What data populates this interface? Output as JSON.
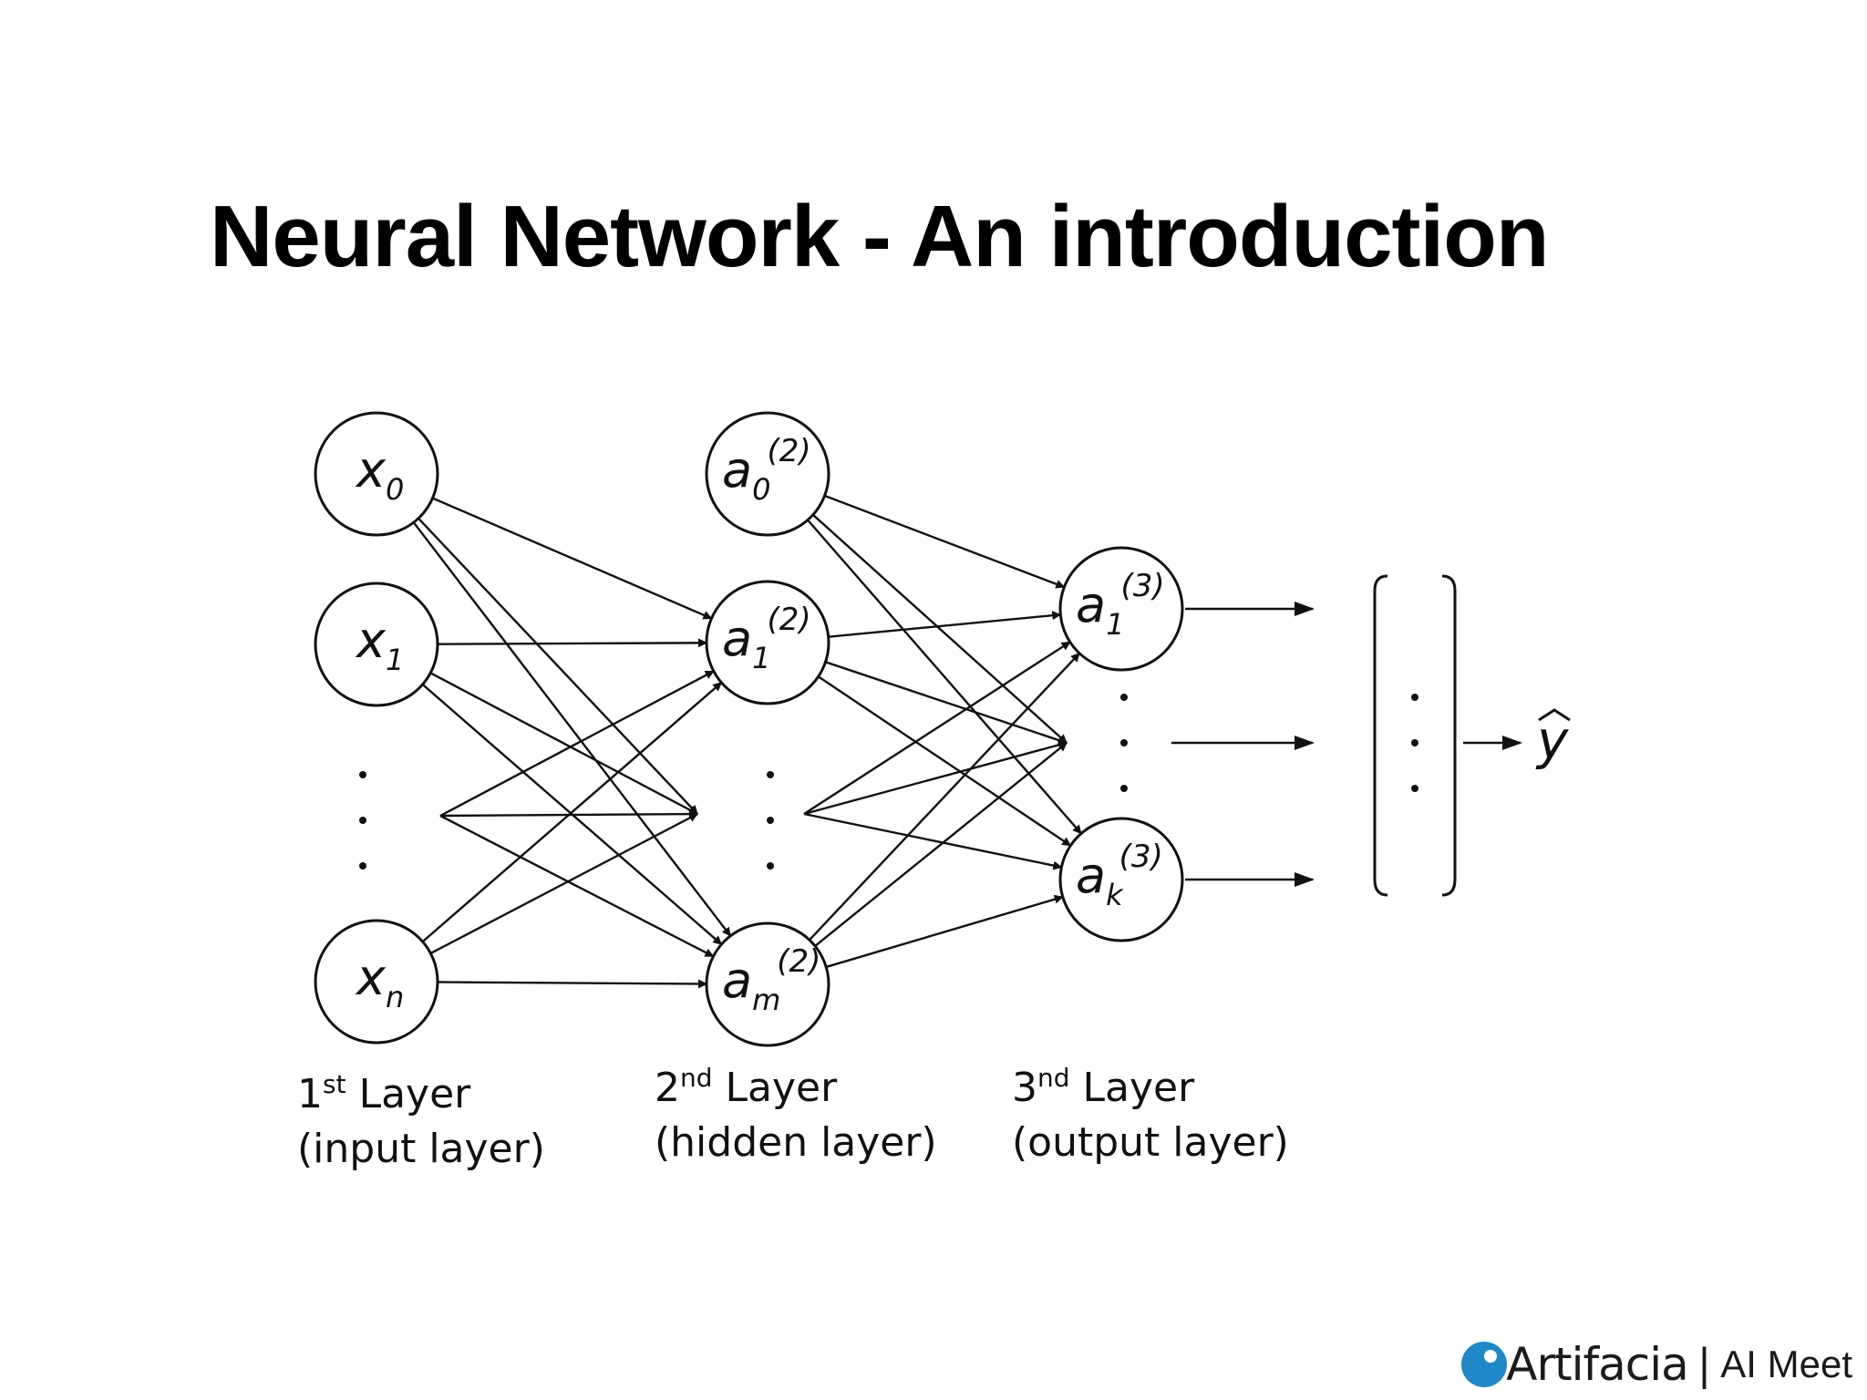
{
  "slide": {
    "title": "Neural Network - An introduction"
  },
  "diagram": {
    "input_nodes": [
      {
        "id": "x0",
        "var": "x",
        "sub": "0",
        "sup": ""
      },
      {
        "id": "x1",
        "var": "x",
        "sub": "1",
        "sup": ""
      },
      {
        "id": "xn",
        "var": "x",
        "sub": "n",
        "sup": ""
      }
    ],
    "hidden_nodes": [
      {
        "id": "a0_2",
        "var": "a",
        "sub": "0",
        "sup": "(2)"
      },
      {
        "id": "a1_2",
        "var": "a",
        "sub": "1",
        "sup": "(2)"
      },
      {
        "id": "am_2",
        "var": "a",
        "sub": "m",
        "sup": "(2)"
      }
    ],
    "output_nodes": [
      {
        "id": "a1_3",
        "var": "a",
        "sub": "1",
        "sup": "(3)"
      },
      {
        "id": "ak_3",
        "var": "a",
        "sub": "k",
        "sup": "(3)"
      }
    ],
    "layers": [
      {
        "ordinal": "1",
        "suffix": "st",
        "name": " Layer",
        "role": "(input layer)"
      },
      {
        "ordinal": "2",
        "suffix": "nd",
        "name": " Layer",
        "role": "(hidden layer)"
      },
      {
        "ordinal": "3",
        "suffix": "nd",
        "name": " Layer",
        "role": "(output layer)"
      }
    ],
    "result_symbol": "y"
  },
  "brand": {
    "name": "Artifacia",
    "separator": "|",
    "event": "AI Meet",
    "logo_color": "#1e88c8"
  }
}
